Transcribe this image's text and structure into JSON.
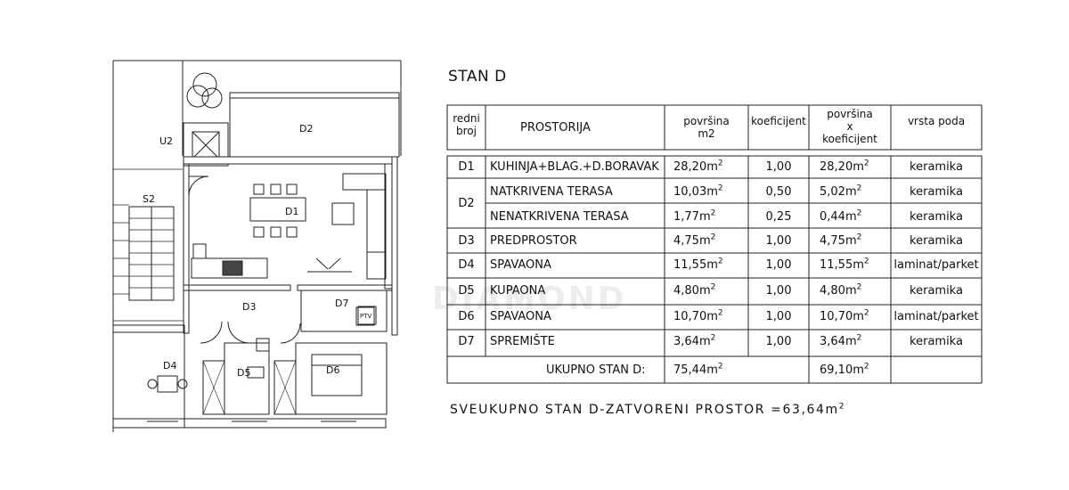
{
  "title": "STAN D",
  "header": {
    "redni": "redni",
    "broj": "broj",
    "prostorija": "PROSTORIJA",
    "povrsina_1": "površina",
    "povrsina_2": "m2",
    "koeficijent": "koeficijent",
    "pxk_1": "površina",
    "pxk_2": "x",
    "pxk_3": "koeficijent",
    "vrsta_poda": "vrsta poda"
  },
  "rows": [
    {
      "id": "D1",
      "name": "KUHINJA+BLAG.+D.BORAVAK",
      "area": "28,20m",
      "coef": "1,00",
      "total": "28,20m",
      "floor": "keramika"
    },
    {
      "id": "D2",
      "name": "NATKRIVENA TERASA",
      "area": "10,03m",
      "coef": "0,50",
      "total": "5,02m",
      "floor": "keramika"
    },
    {
      "id": "",
      "name": "NENATKRIVENA TERASA",
      "area": "1,77m",
      "coef": "0,25",
      "total": "0,44m",
      "floor": "keramika"
    },
    {
      "id": "D3",
      "name": "PREDPROSTOR",
      "area": "4,75m",
      "coef": "1,00",
      "total": "4,75m",
      "floor": "keramika"
    },
    {
      "id": "D4",
      "name": "SPAVAONA",
      "area": "11,55m",
      "coef": "1,00",
      "total": "11,55m",
      "floor": "laminat/parket"
    },
    {
      "id": "D5",
      "name": "KUPAONA",
      "area": "4,80m",
      "coef": "1,00",
      "total": "4,80m",
      "floor": "keramika"
    },
    {
      "id": "D6",
      "name": "SPAVAONA",
      "area": "10,70m",
      "coef": "1,00",
      "total": "10,70m",
      "floor": "laminat/parket"
    },
    {
      "id": "D7",
      "name": "SPREMIŠTE",
      "area": "3,64m",
      "coef": "1,00",
      "total": "3,64m",
      "floor": "keramika"
    }
  ],
  "total_row": {
    "label": "UKUPNO STAN D:",
    "area": "75,44m",
    "total": "69,10m"
  },
  "summary": "SVEUKUPNO STAN D-ZATVORENI PROSTOR =63,64m",
  "superscript": "2",
  "plan_labels": {
    "u2": "U2",
    "s2": "S2",
    "d1": "D1",
    "d2": "D2",
    "d3": "D3",
    "d4": "D4",
    "d5": "D5",
    "d6": "D6",
    "d7": "D7",
    "ptv": "PTV"
  },
  "watermark": "DIAMOND"
}
